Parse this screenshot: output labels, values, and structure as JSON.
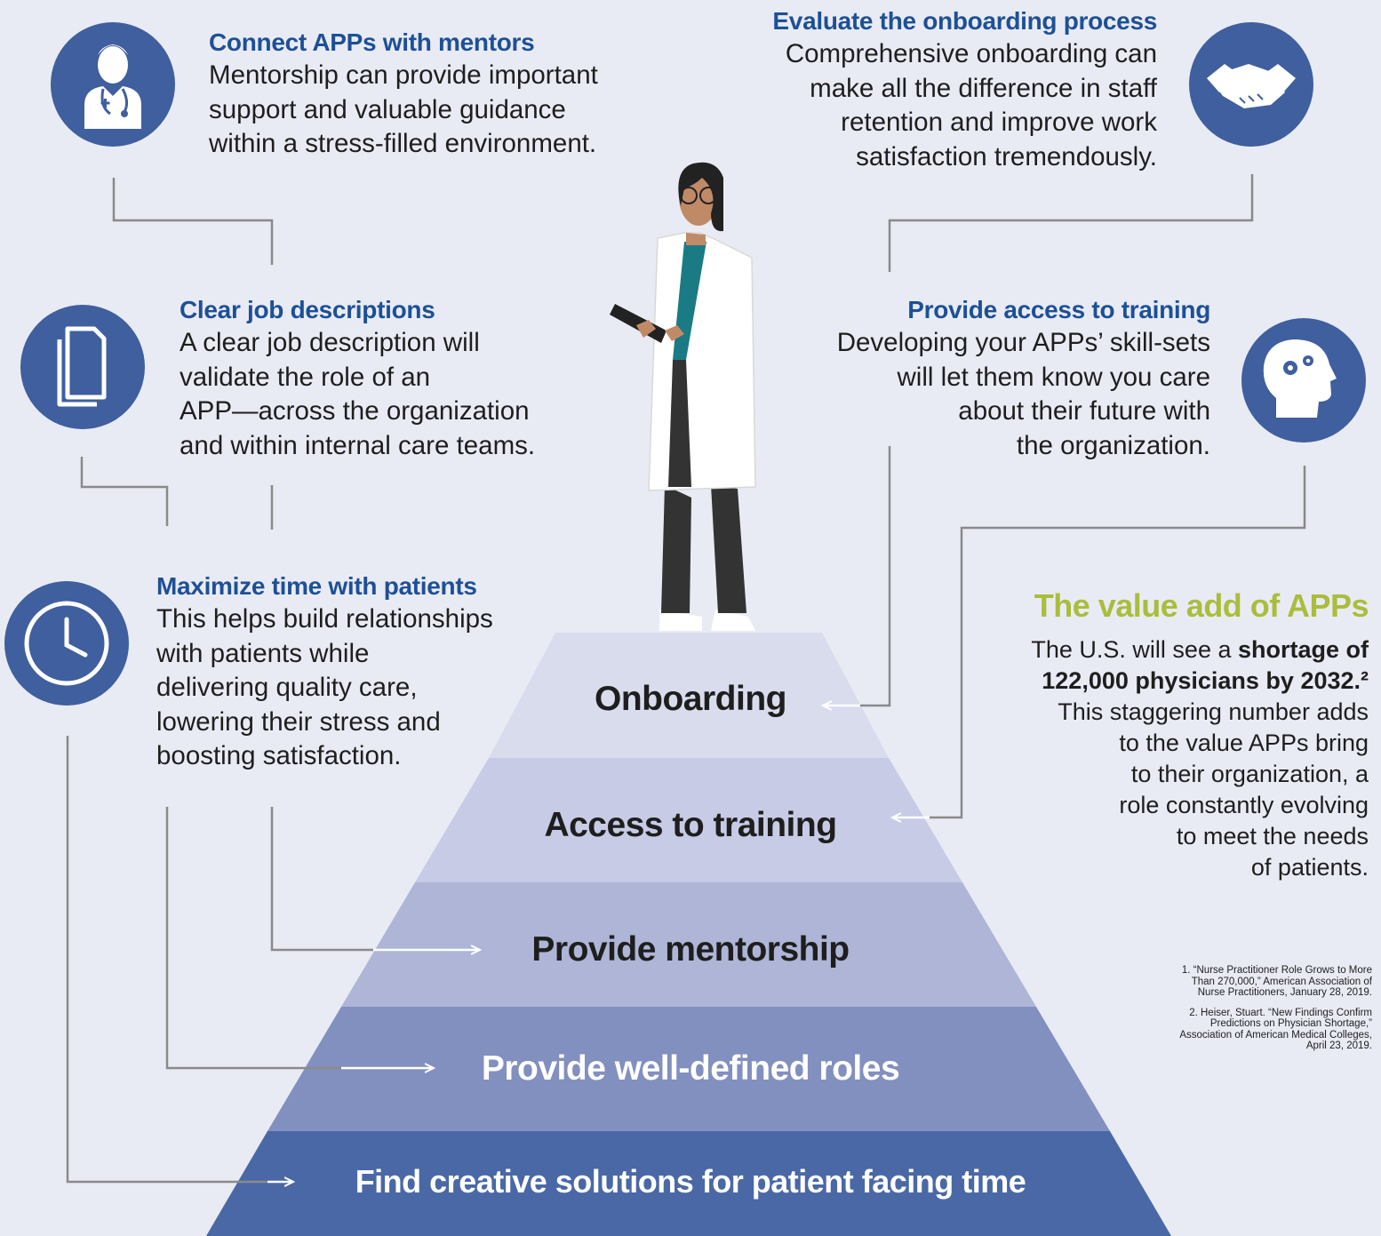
{
  "colors": {
    "background": "#e9ebf4",
    "accent_blue": "#3f5f9e",
    "title_blue": "#1d5096",
    "value_green": "#aabd3c",
    "connector_gray": "#8a8a8a"
  },
  "icons": {
    "doctor": "doctor-icon",
    "handshake": "handshake-icon",
    "documents": "documents-icon",
    "head_gears": "head-gears-icon",
    "clock": "clock-icon"
  },
  "callouts": {
    "mentors": {
      "title": "Connect APPs with mentors",
      "body": "Mentorship can provide important\nsupport and valuable guidance\nwithin a stress-filled environment."
    },
    "onboarding": {
      "title": "Evaluate the onboarding process",
      "body": "Comprehensive onboarding can\nmake all the difference in staff\nretention and improve work\nsatisfaction tremendously."
    },
    "job": {
      "title": "Clear job descriptions",
      "body": "A clear job description will\nvalidate the role of an\nAPP—across the organization\nand within internal care teams."
    },
    "training": {
      "title": "Provide access to training",
      "body": "Developing your APPs’ skill-sets\nwill let them know you care\nabout their future with\nthe organization."
    },
    "patients": {
      "title": "Maximize time with patients",
      "body": "This helps build relationships\nwith patients while\ndelivering quality care,\nlowering their stress and\nboosting satisfaction."
    }
  },
  "pyramid": {
    "tiers": [
      {
        "label": "Onboarding",
        "fill": "#d9dcec",
        "text_color": "#1e1e1e"
      },
      {
        "label": "Access to training",
        "fill": "#c7cbe5",
        "text_color": "#1e1e1e"
      },
      {
        "label": "Provide mentorship",
        "fill": "#aeb5d6",
        "text_color": "#1e1e1e"
      },
      {
        "label": "Provide well-defined roles",
        "fill": "#8290c0",
        "text_color": "#ffffff"
      },
      {
        "label": "Find creative solutions for patient facing time",
        "fill": "#4a68a6",
        "text_color": "#ffffff"
      }
    ]
  },
  "value": {
    "title": "The value add of APPs",
    "line1": "The U.S. will see a ",
    "line1_bold": "shortage of",
    "line2_bold": "122,000 physicians by 2032.²",
    "rest": [
      "This staggering number adds",
      "to the value APPs bring",
      "to their organization, a",
      "role constantly evolving",
      "to meet the needs",
      "of patients."
    ]
  },
  "references": [
    "1. “Nurse Practitioner Role Grows to More\nThan 270,000,” American Association of\nNurse Practitioners, January 28, 2019.",
    "2. Heiser, Stuart. “New Findings Confirm\nPredictions on Physician Shortage,”\nAssociation of American Medical Colleges,\nApril 23, 2019."
  ]
}
